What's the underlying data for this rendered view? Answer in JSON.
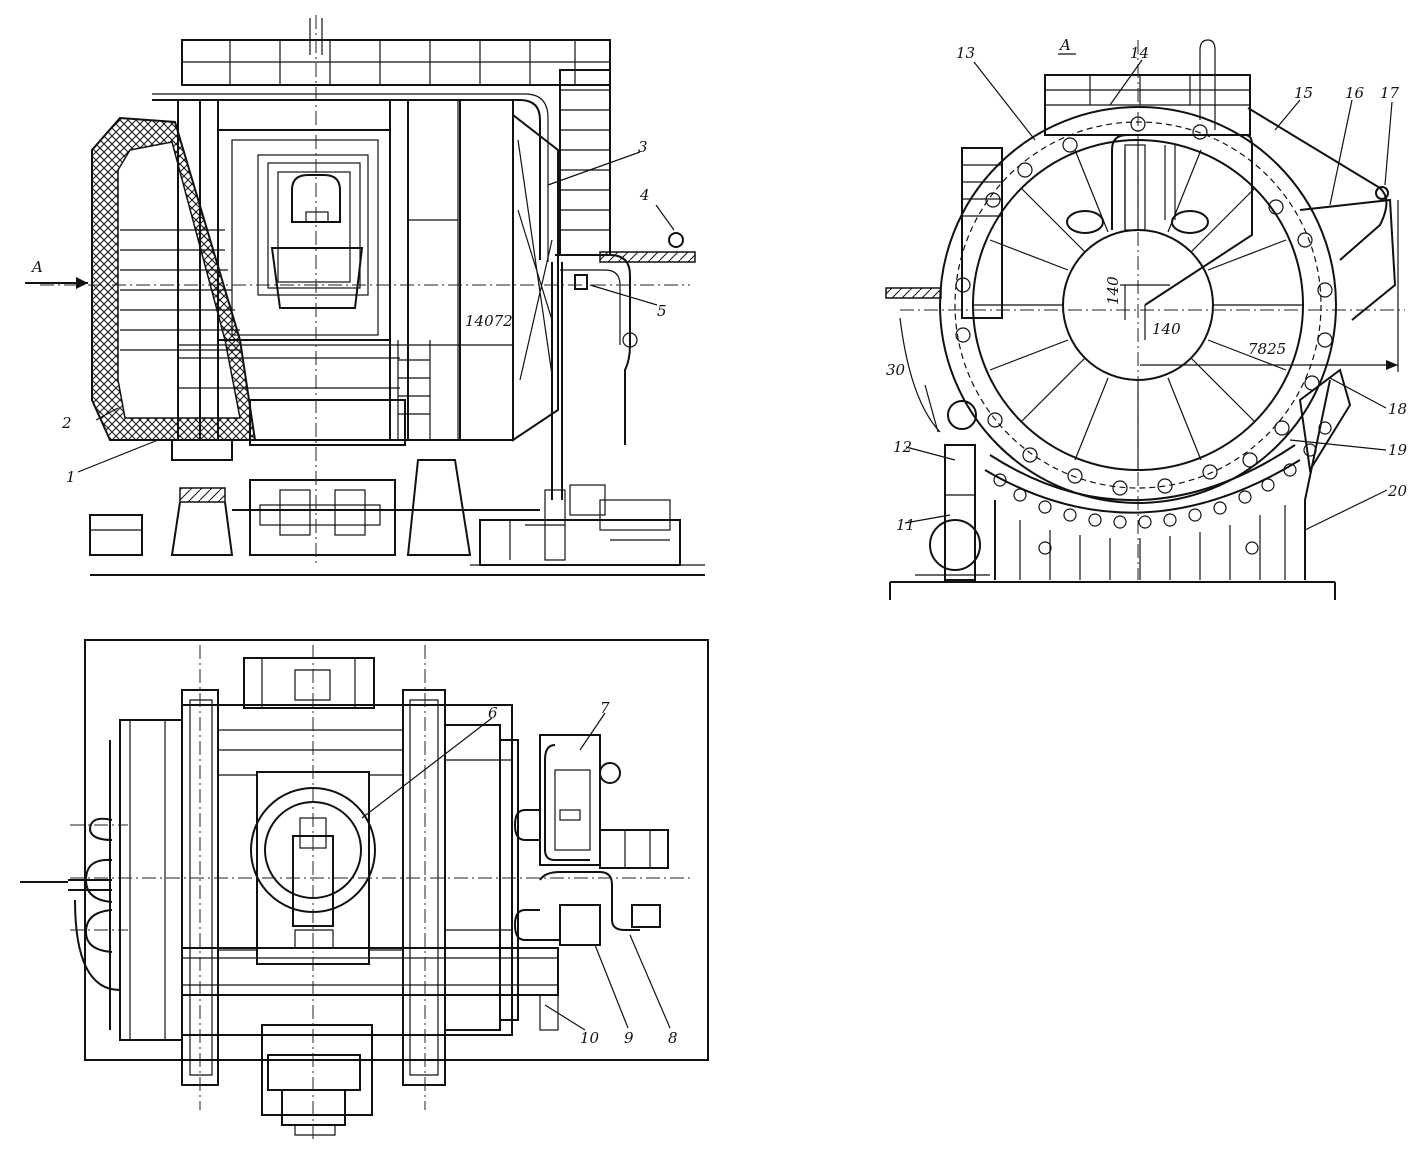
{
  "view_label": "A",
  "view_arrow_label": "A",
  "dimensions": {
    "length": "14072",
    "radius": "7825",
    "offset_vertical": "140",
    "offset_horizontal": "140",
    "angle": "30"
  },
  "callouts": [
    "1",
    "2",
    "3",
    "4",
    "5",
    "6",
    "7",
    "8",
    "9",
    "10",
    "11",
    "12",
    "13",
    "14",
    "15",
    "16",
    "17",
    "18",
    "19",
    "20"
  ],
  "colors": {
    "ink": "#111111",
    "paper": "#ffffff"
  }
}
